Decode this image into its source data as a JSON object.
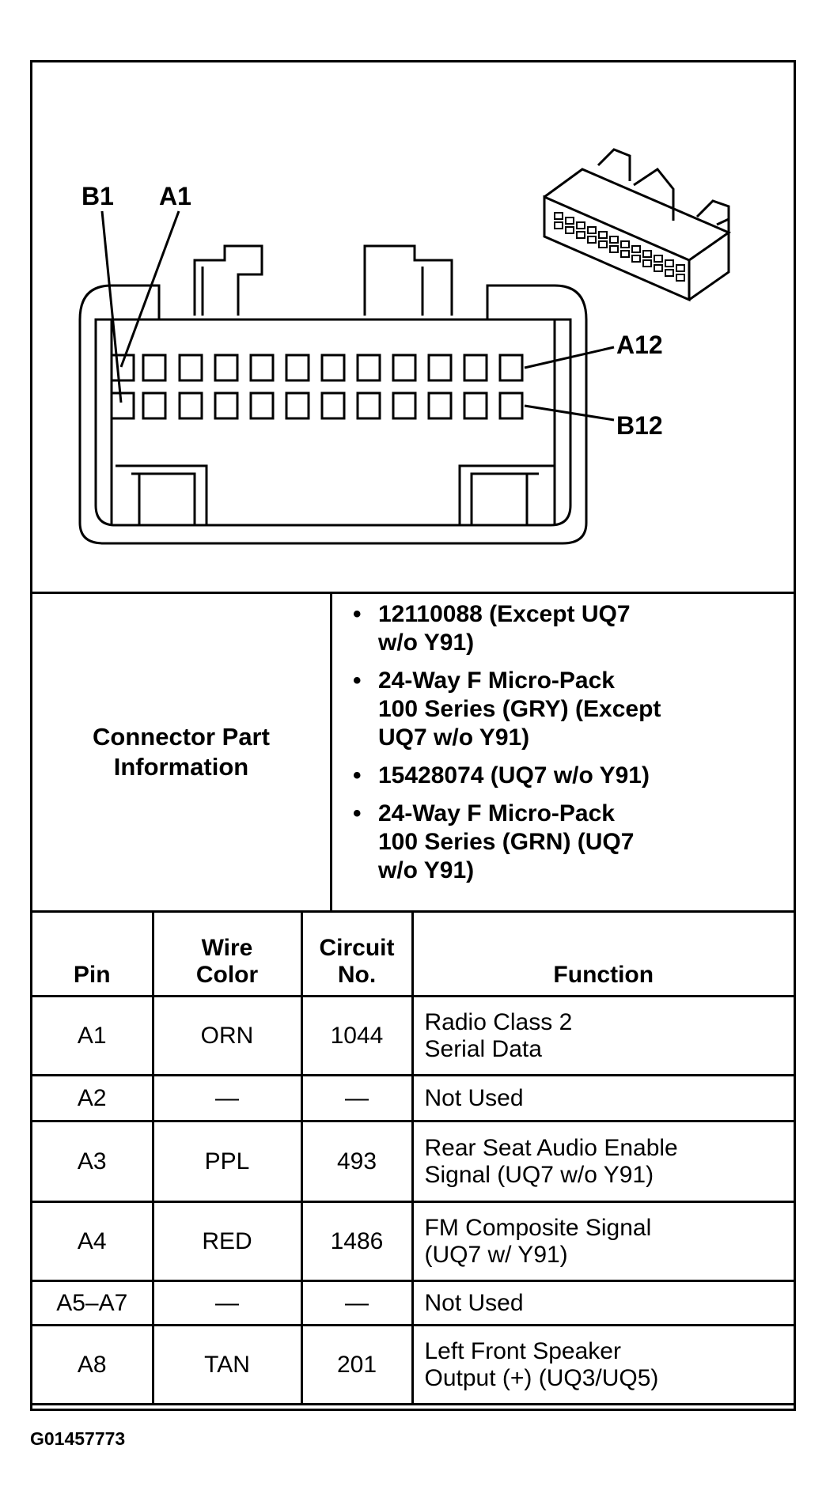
{
  "diagram": {
    "labels": {
      "b1": "B1",
      "a1": "A1",
      "a12": "A12",
      "b12": "B12"
    }
  },
  "connector_info": {
    "heading_line1": "Connector Part",
    "heading_line2": "Information",
    "items": [
      [
        "12110088 (Except UQ7",
        "w/o Y91)"
      ],
      [
        "24-Way F Micro-Pack",
        "100 Series (GRY) (Except",
        "UQ7 w/o Y91)"
      ],
      [
        "15428074 (UQ7 w/o Y91)"
      ],
      [
        "24-Way F Micro-Pack",
        "100 Series (GRN) (UQ7",
        "w/o Y91)"
      ]
    ]
  },
  "table": {
    "headers": {
      "pin": "Pin",
      "wire_line1": "Wire",
      "wire_line2": "Color",
      "circuit_line1": "Circuit",
      "circuit_line2": "No.",
      "function": "Function"
    },
    "rows": [
      {
        "pin": "A1",
        "wire": "ORN",
        "circuit": "1044",
        "function_line1": "Radio Class 2",
        "function_line2": "Serial Data"
      },
      {
        "pin": "A2",
        "wire": "—",
        "circuit": "—",
        "function_line1": "Not Used",
        "function_line2": ""
      },
      {
        "pin": "A3",
        "wire": "PPL",
        "circuit": "493",
        "function_line1": "Rear Seat Audio Enable",
        "function_line2": "Signal (UQ7 w/o Y91)"
      },
      {
        "pin": "A4",
        "wire": "RED",
        "circuit": "1486",
        "function_line1": "FM Composite Signal",
        "function_line2": "(UQ7 w/ Y91)"
      },
      {
        "pin": "A5–A7",
        "wire": "—",
        "circuit": "—",
        "function_line1": "Not Used",
        "function_line2": ""
      },
      {
        "pin": "A8",
        "wire": "TAN",
        "circuit": "201",
        "function_line1": "Left Front Speaker",
        "function_line2": "Output (+) (UQ3/UQ5)"
      }
    ]
  },
  "figure_id": "G01457773"
}
